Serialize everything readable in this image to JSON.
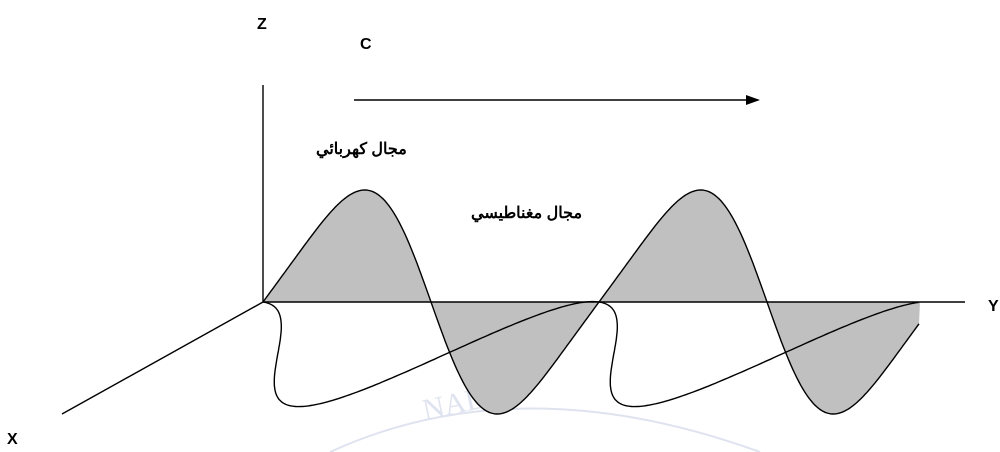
{
  "labels": {
    "z_axis": "Z",
    "y_axis": "Y",
    "x_axis": "X",
    "propagation": "C",
    "electric_field": "مجال كهربائي",
    "magnetic_field": "مجال مغناطيسي"
  },
  "colors": {
    "line": "#000000",
    "fill": "#c0c0c0",
    "watermark": "#dfe3ef"
  },
  "watermark_text": "NAL          FO"
}
